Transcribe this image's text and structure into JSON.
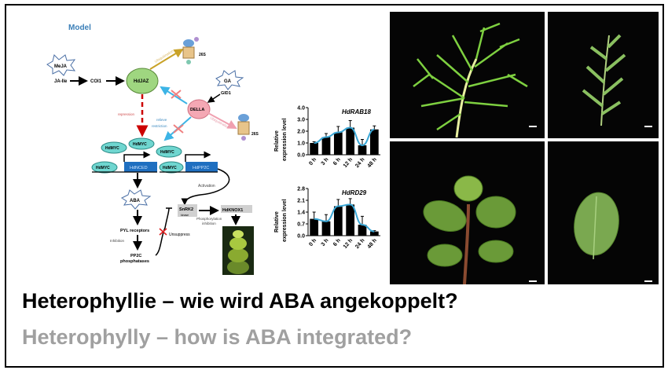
{
  "diagram": {
    "heading": "Model",
    "nodes": {
      "meja": "MeJA",
      "ja_ile": "JA-Ile",
      "coi": "COI1",
      "hdjaz": "HdJAZ",
      "ga": "GA",
      "gid1": "GID1",
      "della": "DELLA",
      "proteasome_top": "26S",
      "proteasome_bottom": "26S",
      "hdmyc": "HdMYC",
      "hdnced": "HdNCED",
      "hdpp2c": "HdPP2C",
      "aba": "ABA",
      "pyl": "PYL receptors",
      "pp2c_line1": "PP2C",
      "pp2c_line2": "phosphatases",
      "snrk2": "SnRK2",
      "snrk2_sub": "kinase",
      "hdknox1": "HdKNOX1"
    },
    "labels": {
      "ubiq_top": "Ubiquitination",
      "ubiq_bottom": "Ubiquitination",
      "repression": "repression",
      "relieve": "relieve",
      "restriction": "restriction",
      "activation": "Activation",
      "phospho1": "Phosphorylation",
      "phospho2": "inhibition",
      "inhibition": "Inhibition",
      "unsuppress": "Unsuppress"
    }
  },
  "chart_data": [
    {
      "type": "bar",
      "title": "HdRAB18",
      "ylabel": "Relative expression level",
      "categories": [
        "0 h",
        "3 h",
        "6 h",
        "12 h",
        "24 h",
        "48 h"
      ],
      "values": [
        1.0,
        1.5,
        1.9,
        2.3,
        0.8,
        2.15
      ],
      "errors": [
        0.1,
        0.3,
        0.5,
        0.6,
        0.5,
        0.3
      ],
      "ylim": [
        0,
        4.0
      ],
      "yticks": [
        "0.0",
        "1.0",
        "2.0",
        "3.0",
        "4.0"
      ],
      "trend_line": true,
      "colors": {
        "bar": "#000000",
        "trend": "#3aa7d6"
      }
    },
    {
      "type": "bar",
      "title": "HdRD29",
      "ylabel": "Relative expression level",
      "categories": [
        "0 h",
        "3 h",
        "6 h",
        "12 h",
        "24 h",
        "48 h"
      ],
      "values": [
        1.0,
        0.85,
        1.75,
        1.85,
        0.65,
        0.25
      ],
      "errors": [
        0.4,
        0.4,
        0.4,
        0.35,
        0.5,
        0.05
      ],
      "ylim": [
        0,
        2.8
      ],
      "yticks": [
        "0.0",
        "0.7",
        "1.4",
        "2.1",
        "2.8"
      ],
      "trend_line": true,
      "colors": {
        "bar": "#000000",
        "trend": "#3aa7d6"
      }
    }
  ],
  "titles": {
    "german": "Heterophyllie – wie wird ABA angekoppelt?",
    "english": "Heterophylly – how is ABA integrated?"
  }
}
